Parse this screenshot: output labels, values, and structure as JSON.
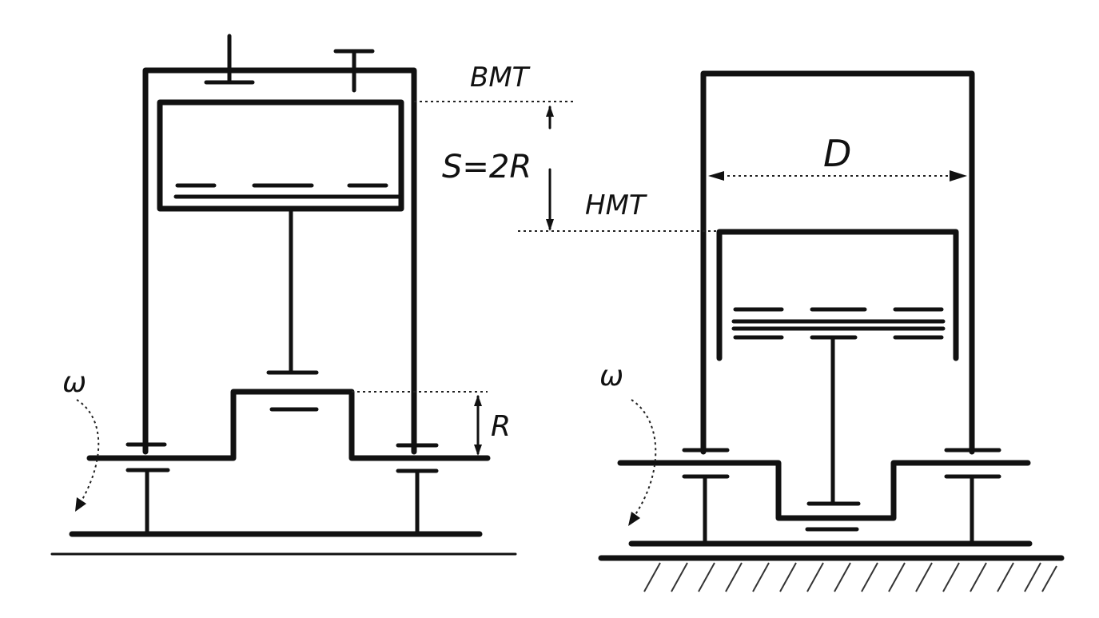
{
  "labels": {
    "tdc": "BMT",
    "stroke": "S=2R",
    "bdc": "HMT",
    "radius": "R",
    "diameter": "D",
    "omega_left": "ω",
    "omega_right": "ω"
  },
  "colors": {
    "ink": "#111111",
    "paper": "#ffffff"
  }
}
